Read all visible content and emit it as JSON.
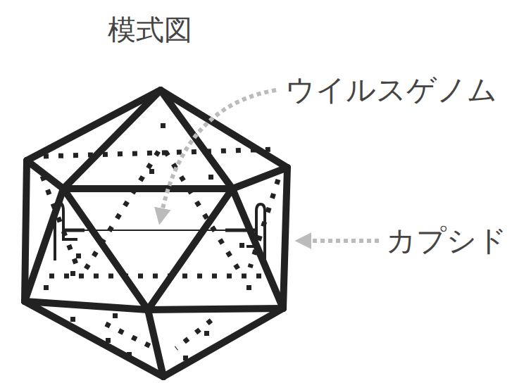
{
  "diagram": {
    "title": "模式図",
    "labels": [
      "ウイルスゲノム",
      "カプシド"
    ]
  }
}
